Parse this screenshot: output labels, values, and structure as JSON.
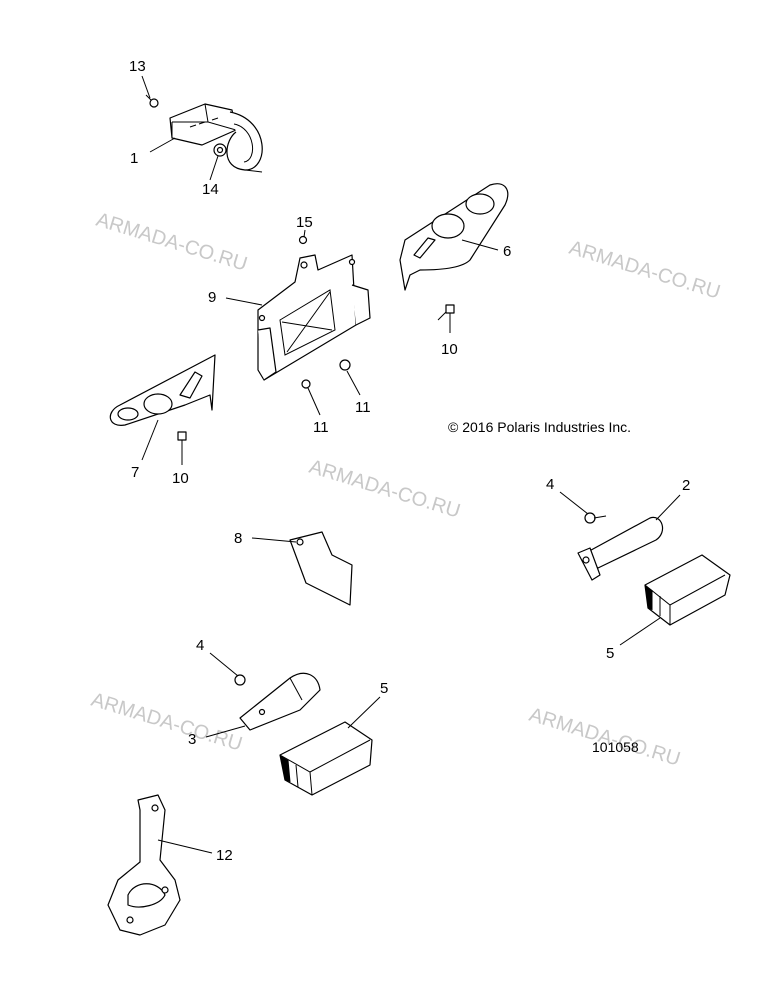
{
  "callouts": {
    "c1": "1",
    "c2": "2",
    "c3": "3",
    "c4a": "4",
    "c4b": "4",
    "c5a": "5",
    "c5b": "5",
    "c6": "6",
    "c7": "7",
    "c8": "8",
    "c9": "9",
    "c10a": "10",
    "c10b": "10",
    "c11a": "11",
    "c11b": "11",
    "c12": "12",
    "c13": "13",
    "c14": "14",
    "c15": "15"
  },
  "copyright": "© 2016 Polaris Industries Inc.",
  "diagram_id": "101058",
  "watermark": "ARMADA-CO.RU"
}
